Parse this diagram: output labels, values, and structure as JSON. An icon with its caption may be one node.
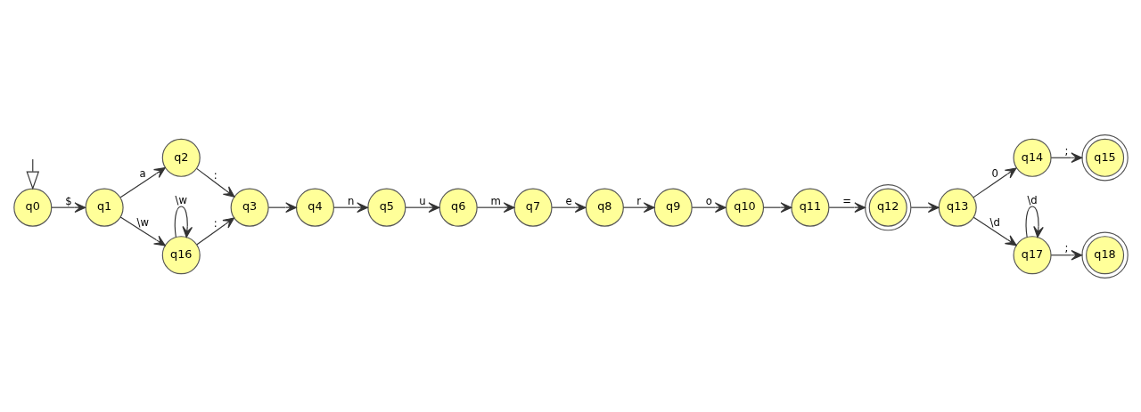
{
  "diagram": {
    "nodes": [
      {
        "text": [
          "q0"
        ]
      },
      {
        "text": [
          "q1"
        ]
      },
      {
        "text": [
          "q2"
        ]
      },
      {
        "text": [
          "q3"
        ]
      },
      {
        "text": [
          "q4"
        ]
      },
      {
        "text": [
          "q5"
        ]
      },
      {
        "text": [
          "q6"
        ]
      },
      {
        "text": [
          "q7"
        ]
      },
      {
        "text": [
          "q8"
        ]
      },
      {
        "text": [
          "q9"
        ]
      },
      {
        "text": [
          "q10"
        ]
      },
      {
        "text": [
          "q11"
        ]
      },
      {
        "text": [
          "q12"
        ]
      },
      {
        "text": [
          "q13"
        ]
      },
      {
        "text": [
          "q14"
        ]
      },
      {
        "text": [
          "q15"
        ]
      },
      {
        "text": [
          "q16"
        ]
      },
      {
        "text": [
          "q17"
        ]
      },
      {
        "text": [
          "q18"
        ]
      }
    ],
    "edges": [
      {
        "from": null,
        "to": 0,
        "arrow": "to"
      },
      {
        "from": 0,
        "to": 1,
        "label": "$",
        "arrow": "to"
      },
      {
        "from": 1,
        "to": 16,
        "label": "\\w",
        "arrow": "to"
      },
      {
        "from": 1,
        "to": 2,
        "label": "a",
        "arrow": "to"
      },
      {
        "from": 16,
        "to": 16,
        "label": "\\w",
        "arrow": "to"
      },
      {
        "from": 2,
        "to": 3,
        "label": ":",
        "arrow": "to"
      },
      {
        "from": 16,
        "to": 3,
        "label": ":",
        "arrow": "to"
      },
      {
        "from": 3,
        "to": 4,
        "arrow": "to"
      },
      {
        "from": 4,
        "to": 5,
        "label": "n",
        "arrow": "to"
      },
      {
        "from": 5,
        "to": 6,
        "label": "u",
        "arrow": "to"
      },
      {
        "from": 6,
        "to": 7,
        "label": "m",
        "arrow": "to"
      },
      {
        "from": 7,
        "to": 8,
        "label": "e",
        "arrow": "to"
      },
      {
        "from": 8,
        "to": 9,
        "label": "r",
        "arrow": "to"
      },
      {
        "from": 9,
        "to": 10,
        "label": "o",
        "arrow": "to"
      },
      {
        "from": 10,
        "to": 11,
        "arrow": "to"
      },
      {
        "from": 11,
        "to": 12,
        "label": "=",
        "arrow": "to"
      },
      {
        "from": 12,
        "to": 13,
        "arrow": "to"
      },
      {
        "from": 13,
        "to": 14,
        "label": "0",
        "arrow": "to"
      },
      {
        "from": 14,
        "to": 15,
        "label": ";",
        "arrow": "to"
      },
      {
        "from": 13,
        "to": 17,
        "label": "\\d",
        "arrow": "to"
      },
      {
        "from": 17,
        "to": 17,
        "label": "\\d",
        "arrow": "to"
      },
      {
        "from": 17,
        "to": 18,
        "label": ";",
        "arrow": "to"
      }
    ]
  }
}
